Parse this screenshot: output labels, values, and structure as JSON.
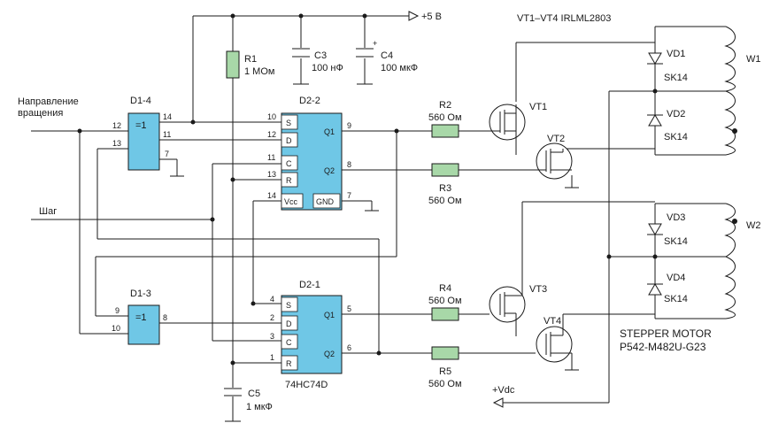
{
  "power": {
    "vcc": "+5 В",
    "vdc": "+Vdc"
  },
  "inputs": {
    "direction_line1": "Направление",
    "direction_line2": "вращения",
    "step": "Шаг"
  },
  "transistors_title": "VT1–VT4 IRLML2803",
  "motor": {
    "line1": "STEPPER MOTOR",
    "line2": "P542-M482U-G23"
  },
  "windings": [
    "W1",
    "W2"
  ],
  "chips": {
    "d1_4": {
      "name": "D1-4",
      "func": "=1",
      "pins": [
        "12",
        "13",
        "14",
        "7"
      ]
    },
    "d1_3": {
      "name": "D1-3",
      "func": "=1",
      "pins": [
        "9",
        "10",
        "8"
      ]
    },
    "d2_2": {
      "name": "D2-2",
      "pins": [
        "10",
        "12",
        "11",
        "13",
        "14",
        "9",
        "8",
        "7"
      ],
      "labels": [
        "S",
        "D",
        "C",
        "R",
        "Vcc",
        "Q1",
        "Q2",
        "GND"
      ]
    },
    "d2_1": {
      "name": "D2-1",
      "part": "74HC74D",
      "pins": [
        "4",
        "2",
        "3",
        "1",
        "5",
        "6"
      ],
      "labels": [
        "S",
        "D",
        "C",
        "R",
        "Q1",
        "Q2"
      ]
    },
    "d1_4_extra_pins": [
      "11"
    ]
  },
  "passives": {
    "r1": {
      "name": "R1",
      "value": "1 МОм"
    },
    "c3": {
      "name": "C3",
      "value": "100 нФ"
    },
    "c4": {
      "name": "C4",
      "value": "100 мкФ",
      "polarity": "+"
    },
    "c5": {
      "name": "C5",
      "value": "1 мкФ"
    },
    "r2": {
      "name": "R2",
      "value": "560 Ом"
    },
    "r3": {
      "name": "R3",
      "value": "560 Ом"
    },
    "r4": {
      "name": "R4",
      "value": "560 Ом"
    },
    "r5": {
      "name": "R5",
      "value": "560 Ом"
    }
  },
  "transistors": [
    "VT1",
    "VT2",
    "VT3",
    "VT4"
  ],
  "diodes": [
    {
      "name": "VD1",
      "part": "SK14"
    },
    {
      "name": "VD2",
      "part": "SK14"
    },
    {
      "name": "VD3",
      "part": "SK14"
    },
    {
      "name": "VD4",
      "part": "SK14"
    }
  ],
  "colors": {
    "chip": "#6fc7e6",
    "resistor": "#a8d8a8",
    "wire": "#1a1a1a"
  }
}
